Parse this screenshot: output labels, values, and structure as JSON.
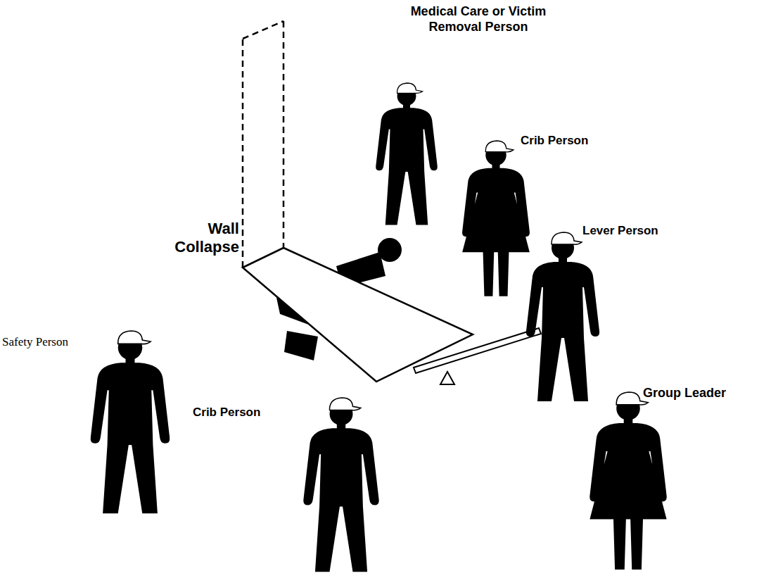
{
  "diagram": {
    "labels": [
      "Medical Care or Victim Removal Person",
      "Crib Person",
      "Wall Collapse",
      "Lever Person",
      "Safety Person",
      "Group Leader",
      "Crib Person"
    ]
  }
}
